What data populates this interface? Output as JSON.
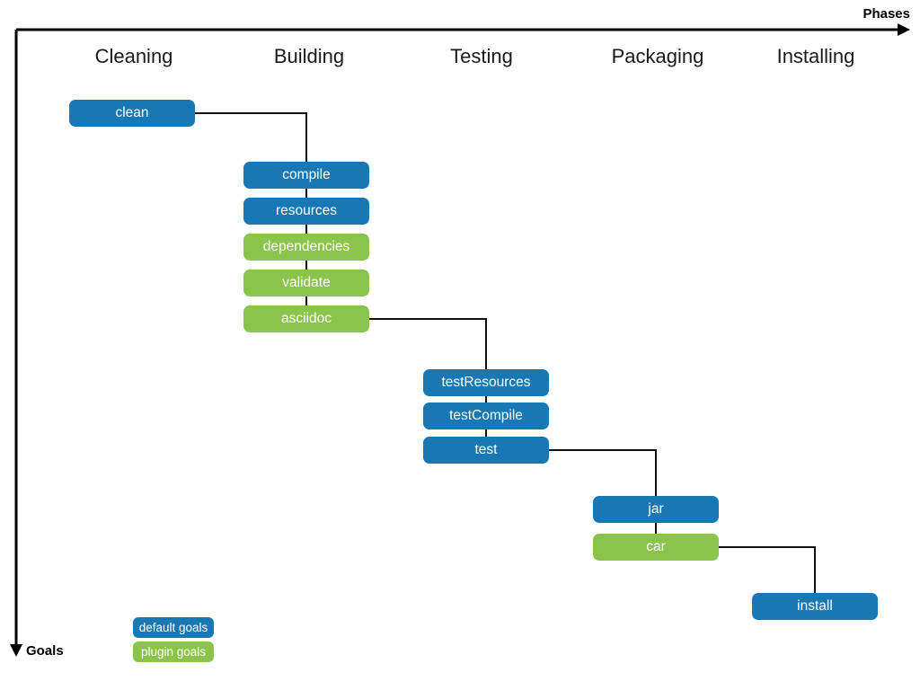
{
  "axes": {
    "x_label": "Phases",
    "y_label": "Goals"
  },
  "phases": [
    "Cleaning",
    "Building",
    "Testing",
    "Packaging",
    "Installing"
  ],
  "colors": {
    "default_goal": "#1878b4",
    "plugin_goal": "#8bc44a"
  },
  "legend": [
    {
      "label": "default goals",
      "type": "default_goal"
    },
    {
      "label": "plugin goals",
      "type": "plugin_goal"
    }
  ],
  "nodes": [
    {
      "label": "clean",
      "phase": "Cleaning",
      "type": "default_goal"
    },
    {
      "label": "compile",
      "phase": "Building",
      "type": "default_goal"
    },
    {
      "label": "resources",
      "phase": "Building",
      "type": "default_goal"
    },
    {
      "label": "dependencies",
      "phase": "Building",
      "type": "plugin_goal"
    },
    {
      "label": "validate",
      "phase": "Building",
      "type": "plugin_goal"
    },
    {
      "label": "asciidoc",
      "phase": "Building",
      "type": "plugin_goal"
    },
    {
      "label": "testResources",
      "phase": "Testing",
      "type": "default_goal"
    },
    {
      "label": "testCompile",
      "phase": "Testing",
      "type": "default_goal"
    },
    {
      "label": "test",
      "phase": "Testing",
      "type": "default_goal"
    },
    {
      "label": "jar",
      "phase": "Packaging",
      "type": "default_goal"
    },
    {
      "label": "car",
      "phase": "Packaging",
      "type": "plugin_goal"
    },
    {
      "label": "install",
      "phase": "Installing",
      "type": "default_goal"
    }
  ]
}
